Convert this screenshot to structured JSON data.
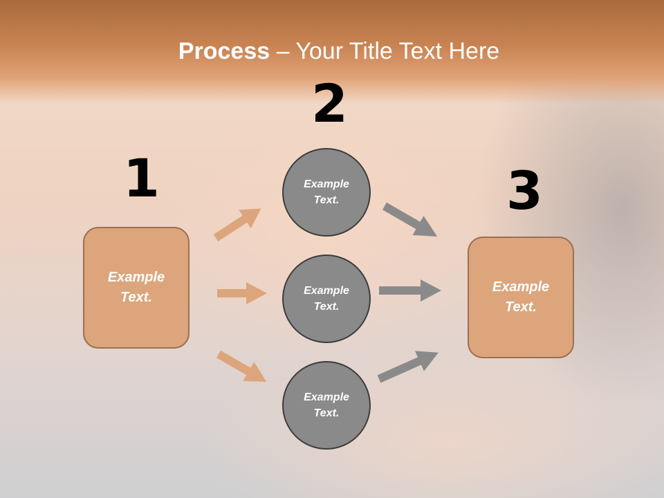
{
  "slide": {
    "title_bold": "Process",
    "title_rest": " – Your Title Text Here"
  },
  "steps": [
    {
      "number": "1",
      "text_line1": "Example",
      "text_line2": "Text."
    },
    {
      "number": "2"
    },
    {
      "number": "3",
      "text_line1": "Example",
      "text_line2": "Text."
    }
  ],
  "middle_nodes": [
    {
      "text_line1": "Example",
      "text_line2": "Text."
    },
    {
      "text_line1": "Example",
      "text_line2": "Text."
    },
    {
      "text_line1": "Example",
      "text_line2": "Text."
    }
  ],
  "colors": {
    "box_fill": "#dca57c",
    "box_border": "#9c6f50",
    "circle_fill": "#8a8a8a",
    "orange_arrow": "#dca57c",
    "gray_arrow": "#8a8a8a",
    "header": "#c98453"
  }
}
